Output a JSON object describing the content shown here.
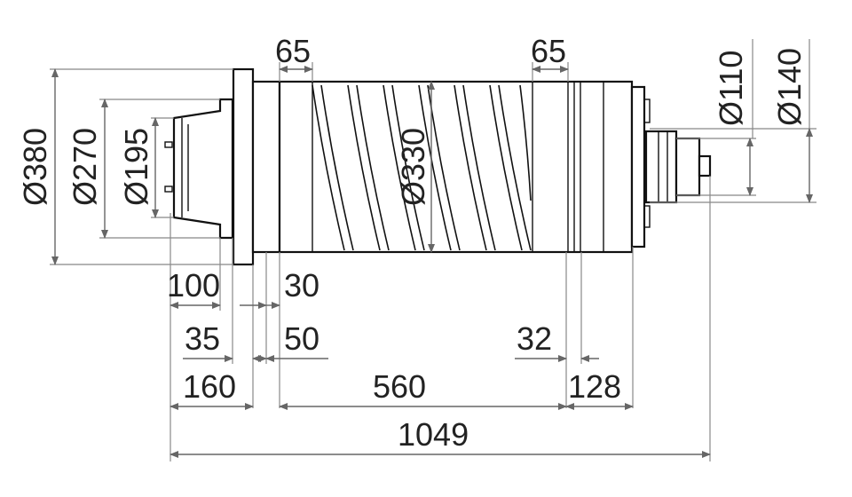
{
  "dimensions": {
    "top_left_width": "65",
    "top_right_width": "65",
    "dia_380": "Ø380",
    "dia_270": "Ø270",
    "dia_195": "Ø195",
    "dia_330": "Ø330",
    "dia_110": "Ø110",
    "dia_140": "Ø140",
    "len_100": "100",
    "len_30": "30",
    "len_35": "35",
    "len_50": "50",
    "len_32": "32",
    "len_160": "160",
    "len_560": "560",
    "len_128": "128",
    "len_1049": "1049"
  },
  "colors": {
    "line": "#111111",
    "dimension": "#666666",
    "text": "#222222"
  }
}
